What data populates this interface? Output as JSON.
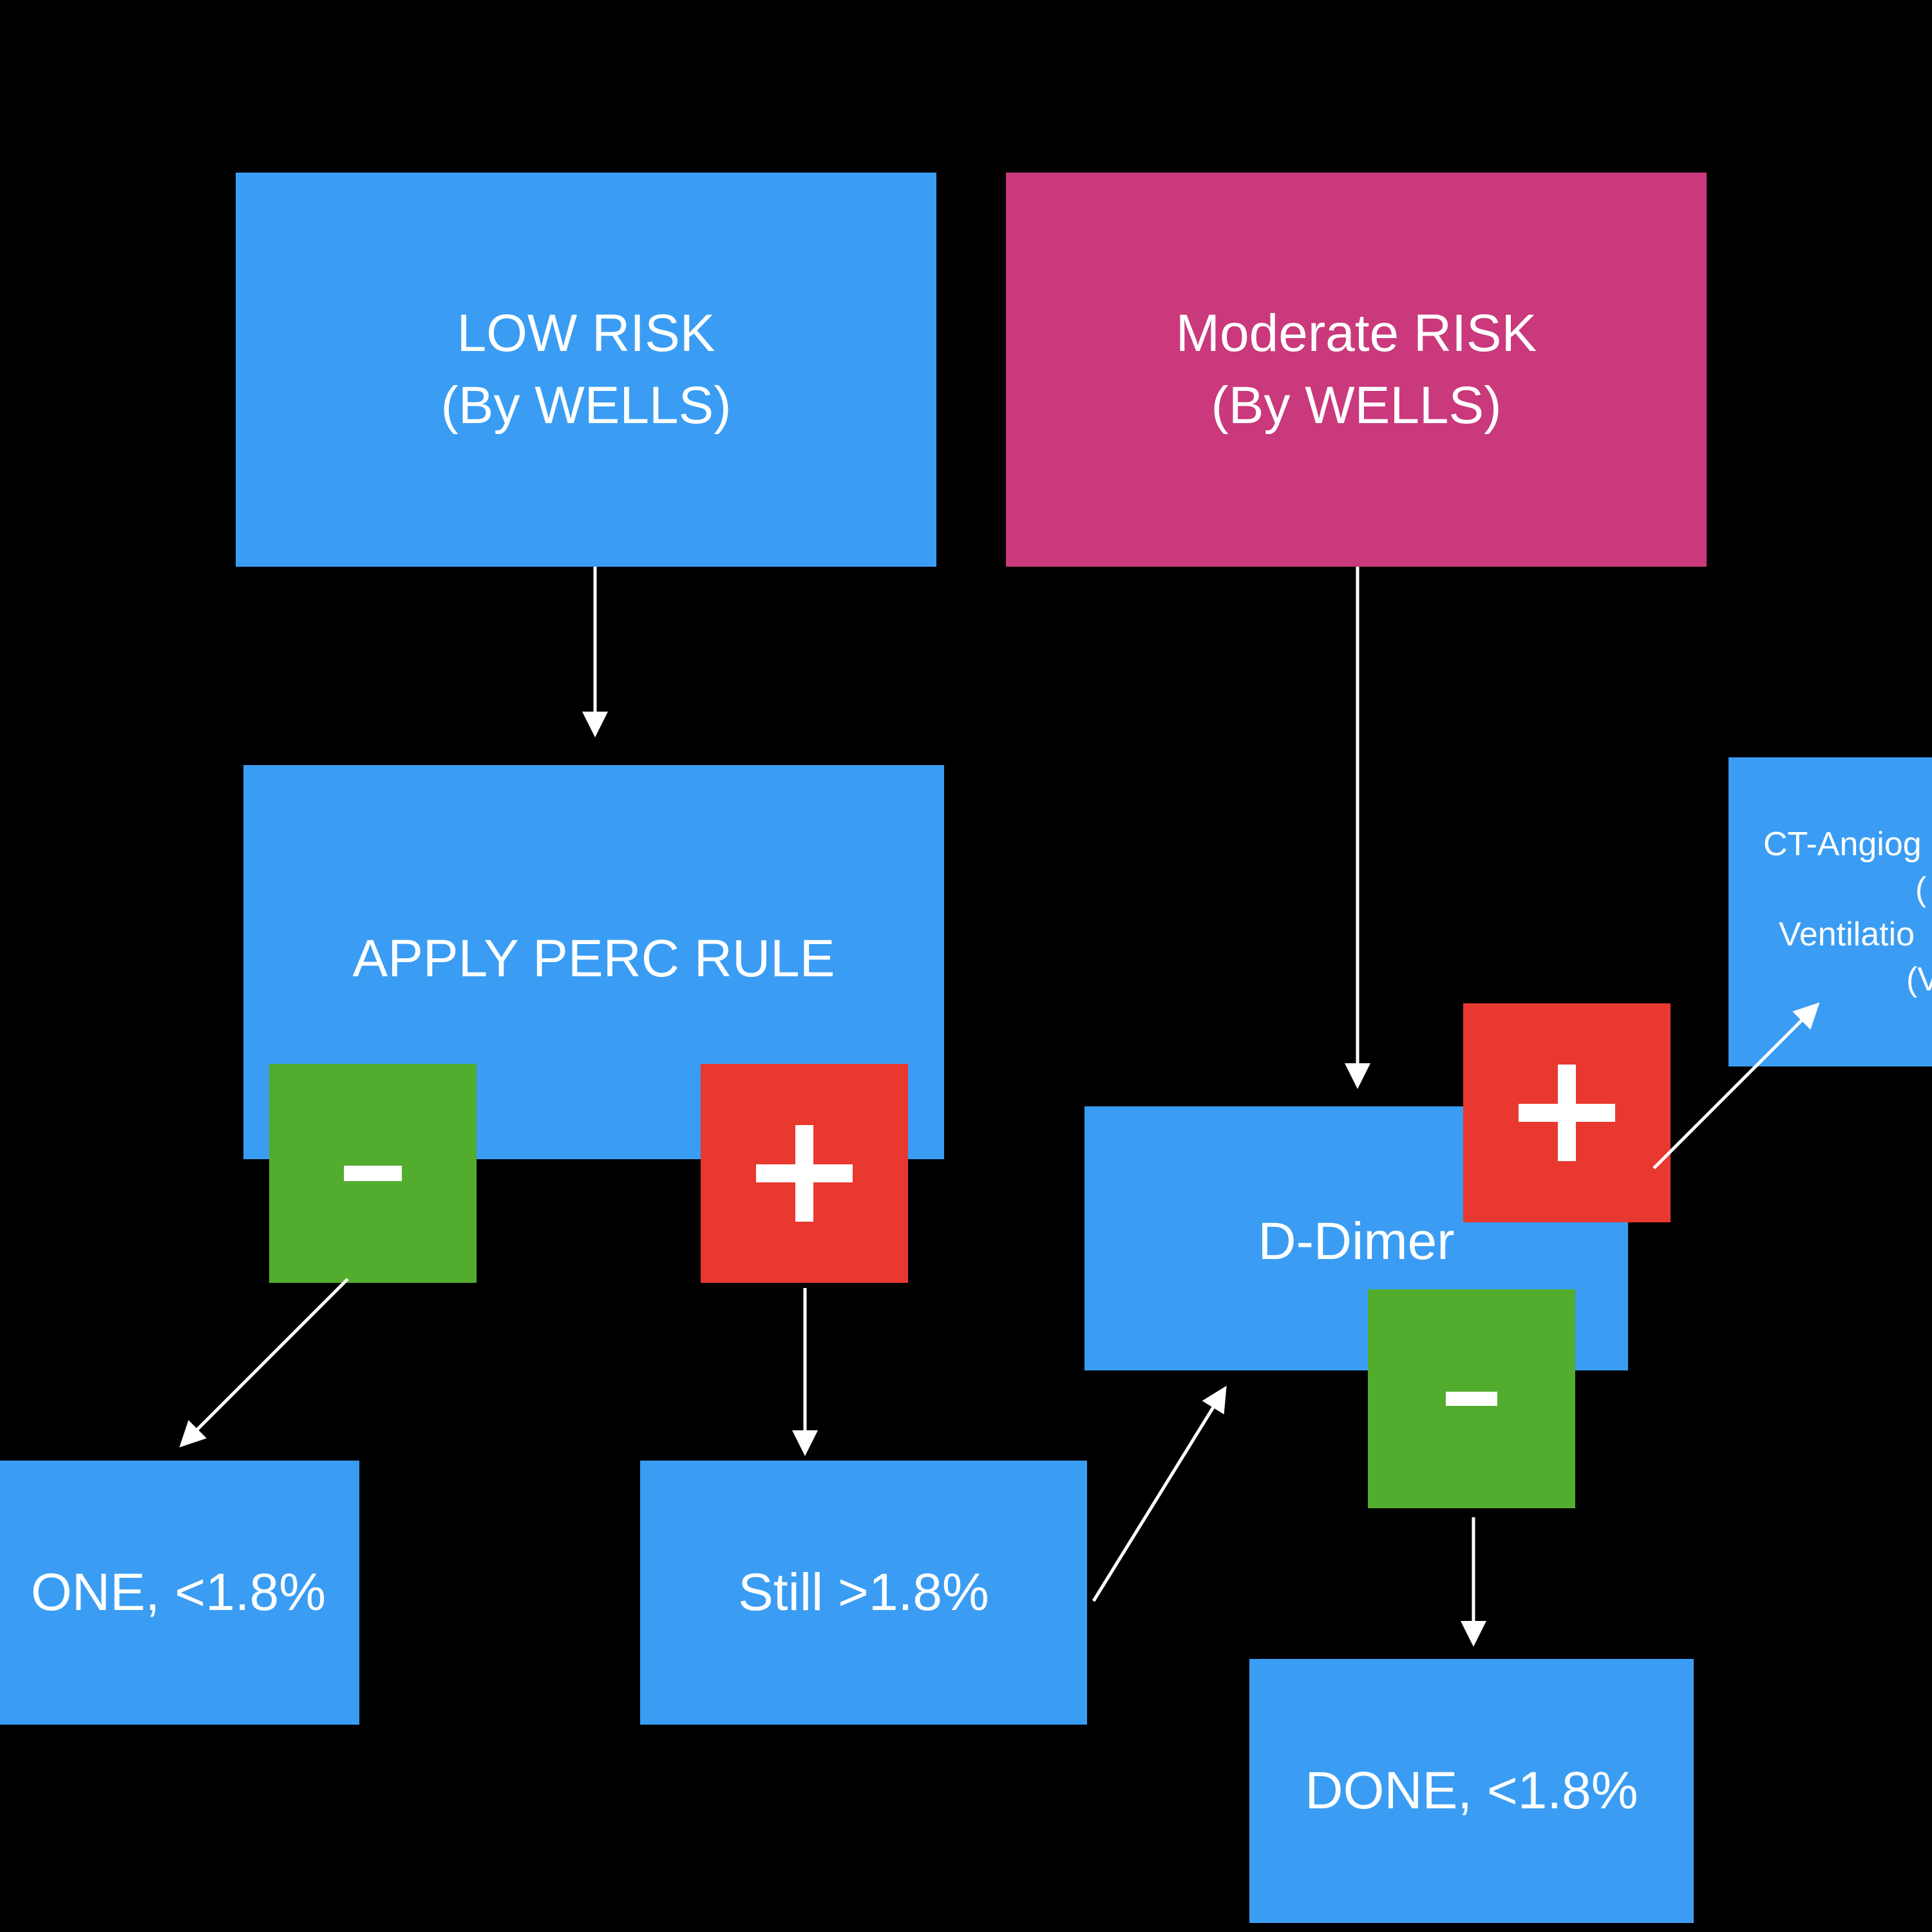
{
  "colors": {
    "background": "#000000",
    "box_blue": "#3a9df3",
    "box_magenta": "#c9397b",
    "negative_green": "#52ac2d",
    "positive_red": "#e9382f",
    "text": "#ffffff",
    "arrow": "#ffffff"
  },
  "nodes": {
    "low_risk": {
      "line1": "LOW RISK",
      "line2": "(By WELLS)"
    },
    "moderate_risk": {
      "line1": "Moderate RISK",
      "line2": "(By WELLS)"
    },
    "perc_rule": {
      "label": "APPLY PERC RULE"
    },
    "d_dimer": {
      "label": "D-Dimer"
    },
    "done_left": {
      "label": "ONE, <1.8%"
    },
    "still": {
      "label": "Still >1.8%"
    },
    "done_bottom": {
      "label": "DONE, <1.8%"
    },
    "ct_angio": {
      "line1": "CT-Angiog",
      "line2": "(",
      "line3": "Ventilatio",
      "line4": "(V"
    }
  },
  "signs": {
    "perc_negative": {
      "symbol": "minus",
      "icon": "minus-icon"
    },
    "perc_positive": {
      "symbol": "plus",
      "icon": "plus-icon"
    },
    "ddimer_positive": {
      "symbol": "plus",
      "icon": "plus-icon"
    },
    "ddimer_negative": {
      "symbol": "minus",
      "icon": "minus-icon"
    }
  }
}
